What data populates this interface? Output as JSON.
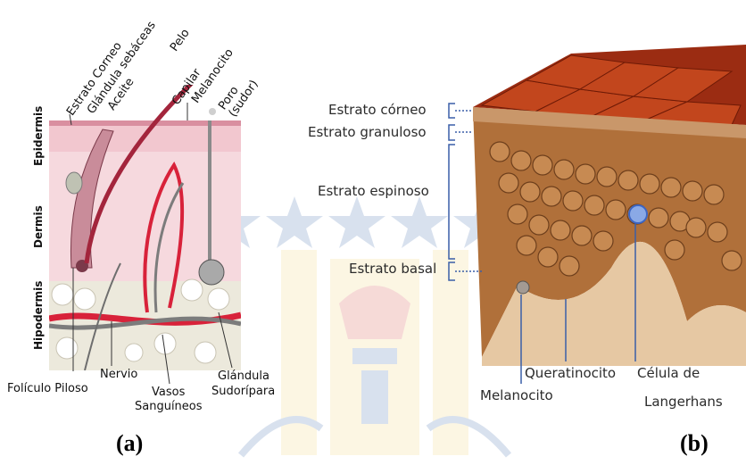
{
  "panel_a": {
    "layers": [
      "Epidermis",
      "Dermis",
      "Hipodermis"
    ],
    "top_labels": [
      "Estrato Corneo",
      "Glándula sebáceas",
      "Aceite",
      "Pelo",
      "Capilar",
      "Melanocito",
      "Poro (sudor)"
    ],
    "bottom_labels": {
      "foliculo": "Folículo Piloso",
      "nervio": "Nervio",
      "vasos_1": "Vasos",
      "vasos_2": "Sanguíneos",
      "glandula_1": "Glándula",
      "glandula_2": "Sudorípara"
    },
    "caption": "(a)"
  },
  "panel_b": {
    "labels": [
      "Estrato córneo",
      "Estrato granuloso",
      "Estrato espinoso",
      "Estrato basal"
    ],
    "bottom_labels": {
      "queratinocito": "Queratinocito",
      "celula_1": "Célula de",
      "celula_2": "Langerhans",
      "melanocito": "Melanocito"
    },
    "caption": "(b)"
  },
  "colors": {
    "epidermis": "#f2c7cf",
    "dermis": "#f6d9de",
    "hypodermis_fat": "#ece9dc",
    "hair": "#a3253c",
    "vessel_red": "#d8223a",
    "vessel_gray": "#7c7c7c",
    "skin_top": "#9b2c12",
    "cells": "#b0703a",
    "watermark_blue": "#2f5ea5",
    "watermark_yellow": "#f3d36a"
  }
}
